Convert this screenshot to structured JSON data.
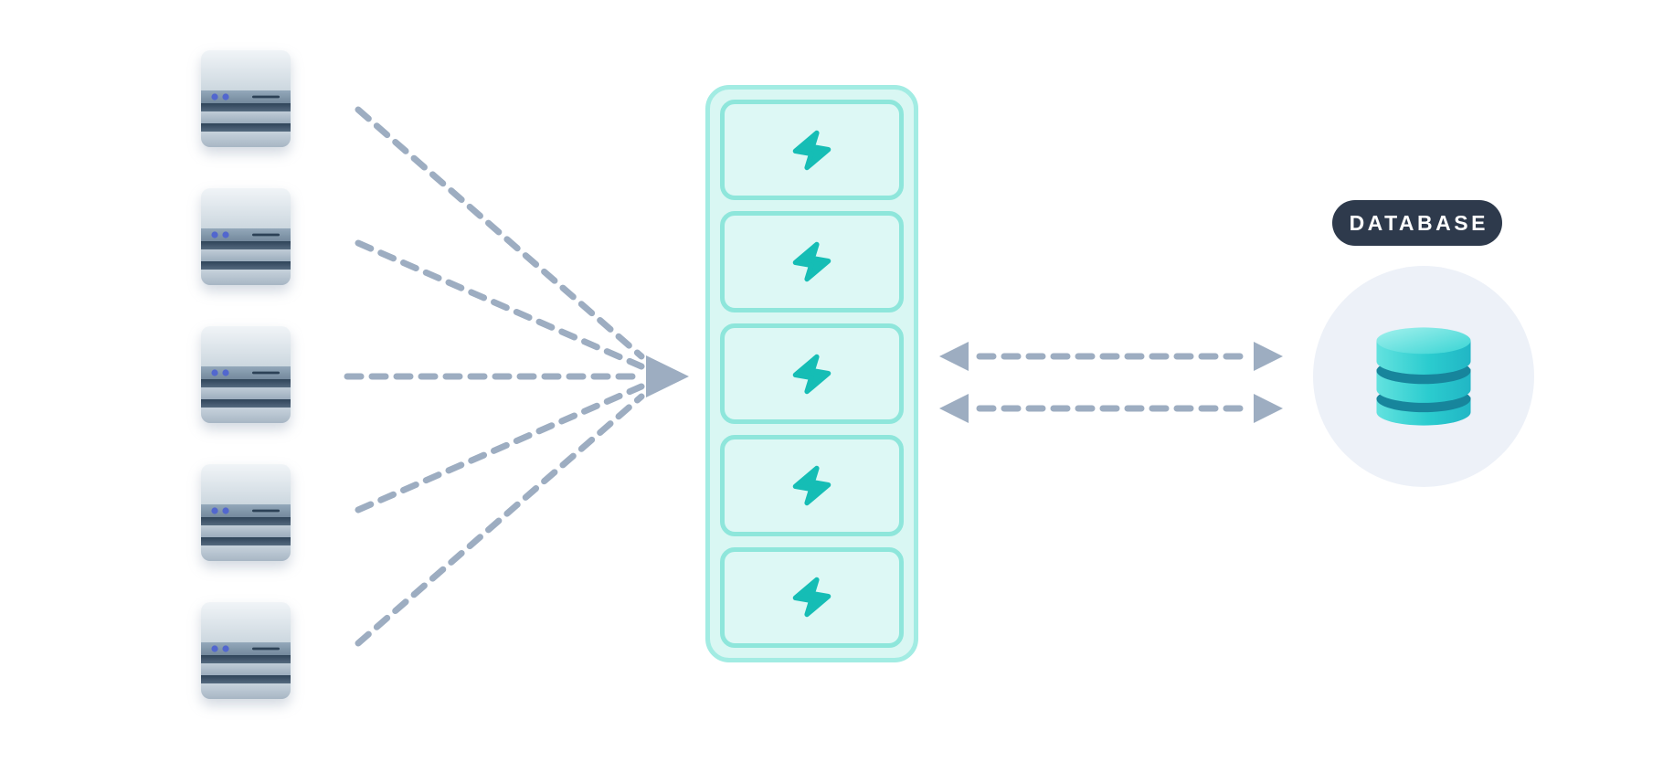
{
  "diagram": {
    "description": "servers-to-queue-to-database flow"
  },
  "servers": {
    "count": 5,
    "icon": "server-icon"
  },
  "queue": {
    "cell_count": 5,
    "cell_icon": "lightning-bolt-icon"
  },
  "database": {
    "badge_label": "DATABASE",
    "icon": "database-cylinder-icon"
  },
  "connections": {
    "ingress_lines": 5,
    "ingress_style": "dashed-converging-arrow",
    "db_links": 2,
    "db_link_style": "dashed-bidirectional-arrow"
  },
  "colors": {
    "background": "#ffffff",
    "connector": "#9dadc1",
    "bolt": "#15bdb5",
    "queue_outer_border": "#a2ece3",
    "queue_outer_fill": "#d9f7f3",
    "queue_cell_border": "#8ee6db",
    "queue_cell_fill": "#ddf8f5",
    "badge_bg": "#2e3a4c",
    "badge_text": "#ffffff",
    "db_circle_bg": "#edf1f8",
    "db_teal": "#2ecfcf",
    "db_groove": "#17859c",
    "server_led": "#5267ce"
  }
}
